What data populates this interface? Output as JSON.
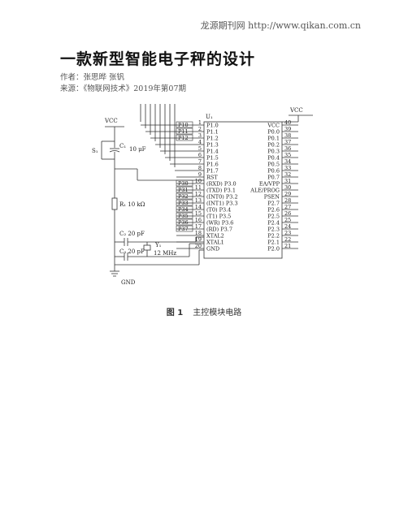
{
  "header": {
    "source_line": "龙源期刊网 http://www.qikan.com.cn"
  },
  "article": {
    "title": "一款新型智能电子秤的设计",
    "authors": "作者：张思晔 张钒",
    "source": "来源：《物联网技术》2019年第07期"
  },
  "figure": {
    "caption_number": "图 1",
    "caption_text": "主控模块电路",
    "circuit": {
      "vcc_left": "VCC",
      "vcc_right": "VCC",
      "gnd": "GND",
      "chip": "U₁",
      "switch": "S₁",
      "capacitor_c1": "C₁",
      "c1_value": "10 μF",
      "resistor": "R₁ 10 kΩ",
      "c2_label": "C₂ 20 pF",
      "c3_label": "C₃ 20 pF",
      "crystal": "Y₁",
      "crystal_value": "12 MHz",
      "left_pins": [
        {
          "net": "P10",
          "num": "1",
          "name": "P1.0"
        },
        {
          "net": "P11",
          "num": "2",
          "name": "P1.1"
        },
        {
          "net": "P12",
          "num": "3",
          "name": "P1.2"
        },
        {
          "net": "",
          "num": "4",
          "name": "P1.3"
        },
        {
          "net": "",
          "num": "5",
          "name": "P1.4"
        },
        {
          "net": "",
          "num": "6",
          "name": "P1.5"
        },
        {
          "net": "",
          "num": "7",
          "name": "P1.6"
        },
        {
          "net": "",
          "num": "8",
          "name": "P1.7"
        },
        {
          "net": "",
          "num": "9",
          "name": "RST"
        },
        {
          "net": "P30",
          "num": "10",
          "name": "(RXD) P3.0"
        },
        {
          "net": "P31",
          "num": "11",
          "name": "(TXD) P3.1"
        },
        {
          "net": "P32",
          "num": "12",
          "name": "(INT0) P3.2"
        },
        {
          "net": "P33",
          "num": "13",
          "name": "(INT1) P3.3"
        },
        {
          "net": "P34",
          "num": "14",
          "name": "(T0) P3.4"
        },
        {
          "net": "P35",
          "num": "15",
          "name": "(T1) P3.5"
        },
        {
          "net": "P36",
          "num": "16",
          "name": "(WR) P3.6"
        },
        {
          "net": "P37",
          "num": "17",
          "name": "(RD) P3.7"
        },
        {
          "net": "",
          "num": "18",
          "name": "XTAL2"
        },
        {
          "net": "",
          "num": "19",
          "name": "XTAL1"
        },
        {
          "net": "",
          "num": "20",
          "name": "GND"
        }
      ],
      "right_pins": [
        {
          "num": "40",
          "name": "VCC"
        },
        {
          "num": "39",
          "name": "P0.0"
        },
        {
          "num": "38",
          "name": "P0.1"
        },
        {
          "num": "37",
          "name": "P0.2"
        },
        {
          "num": "36",
          "name": "P0.3"
        },
        {
          "num": "35",
          "name": "P0.4"
        },
        {
          "num": "34",
          "name": "P0.5"
        },
        {
          "num": "33",
          "name": "P0.6"
        },
        {
          "num": "32",
          "name": "P0.7"
        },
        {
          "num": "31",
          "name": "EA/VPP"
        },
        {
          "num": "30",
          "name": "ALE/PROG"
        },
        {
          "num": "29",
          "name": "PSEN"
        },
        {
          "num": "28",
          "name": "P2.7"
        },
        {
          "num": "27",
          "name": "P2.6"
        },
        {
          "num": "26",
          "name": "P2.5"
        },
        {
          "num": "25",
          "name": "P2.4"
        },
        {
          "num": "24",
          "name": "P2.3"
        },
        {
          "num": "23",
          "name": "P2.2"
        },
        {
          "num": "22",
          "name": "P2.1"
        },
        {
          "num": "21",
          "name": "P2.0"
        }
      ]
    }
  }
}
